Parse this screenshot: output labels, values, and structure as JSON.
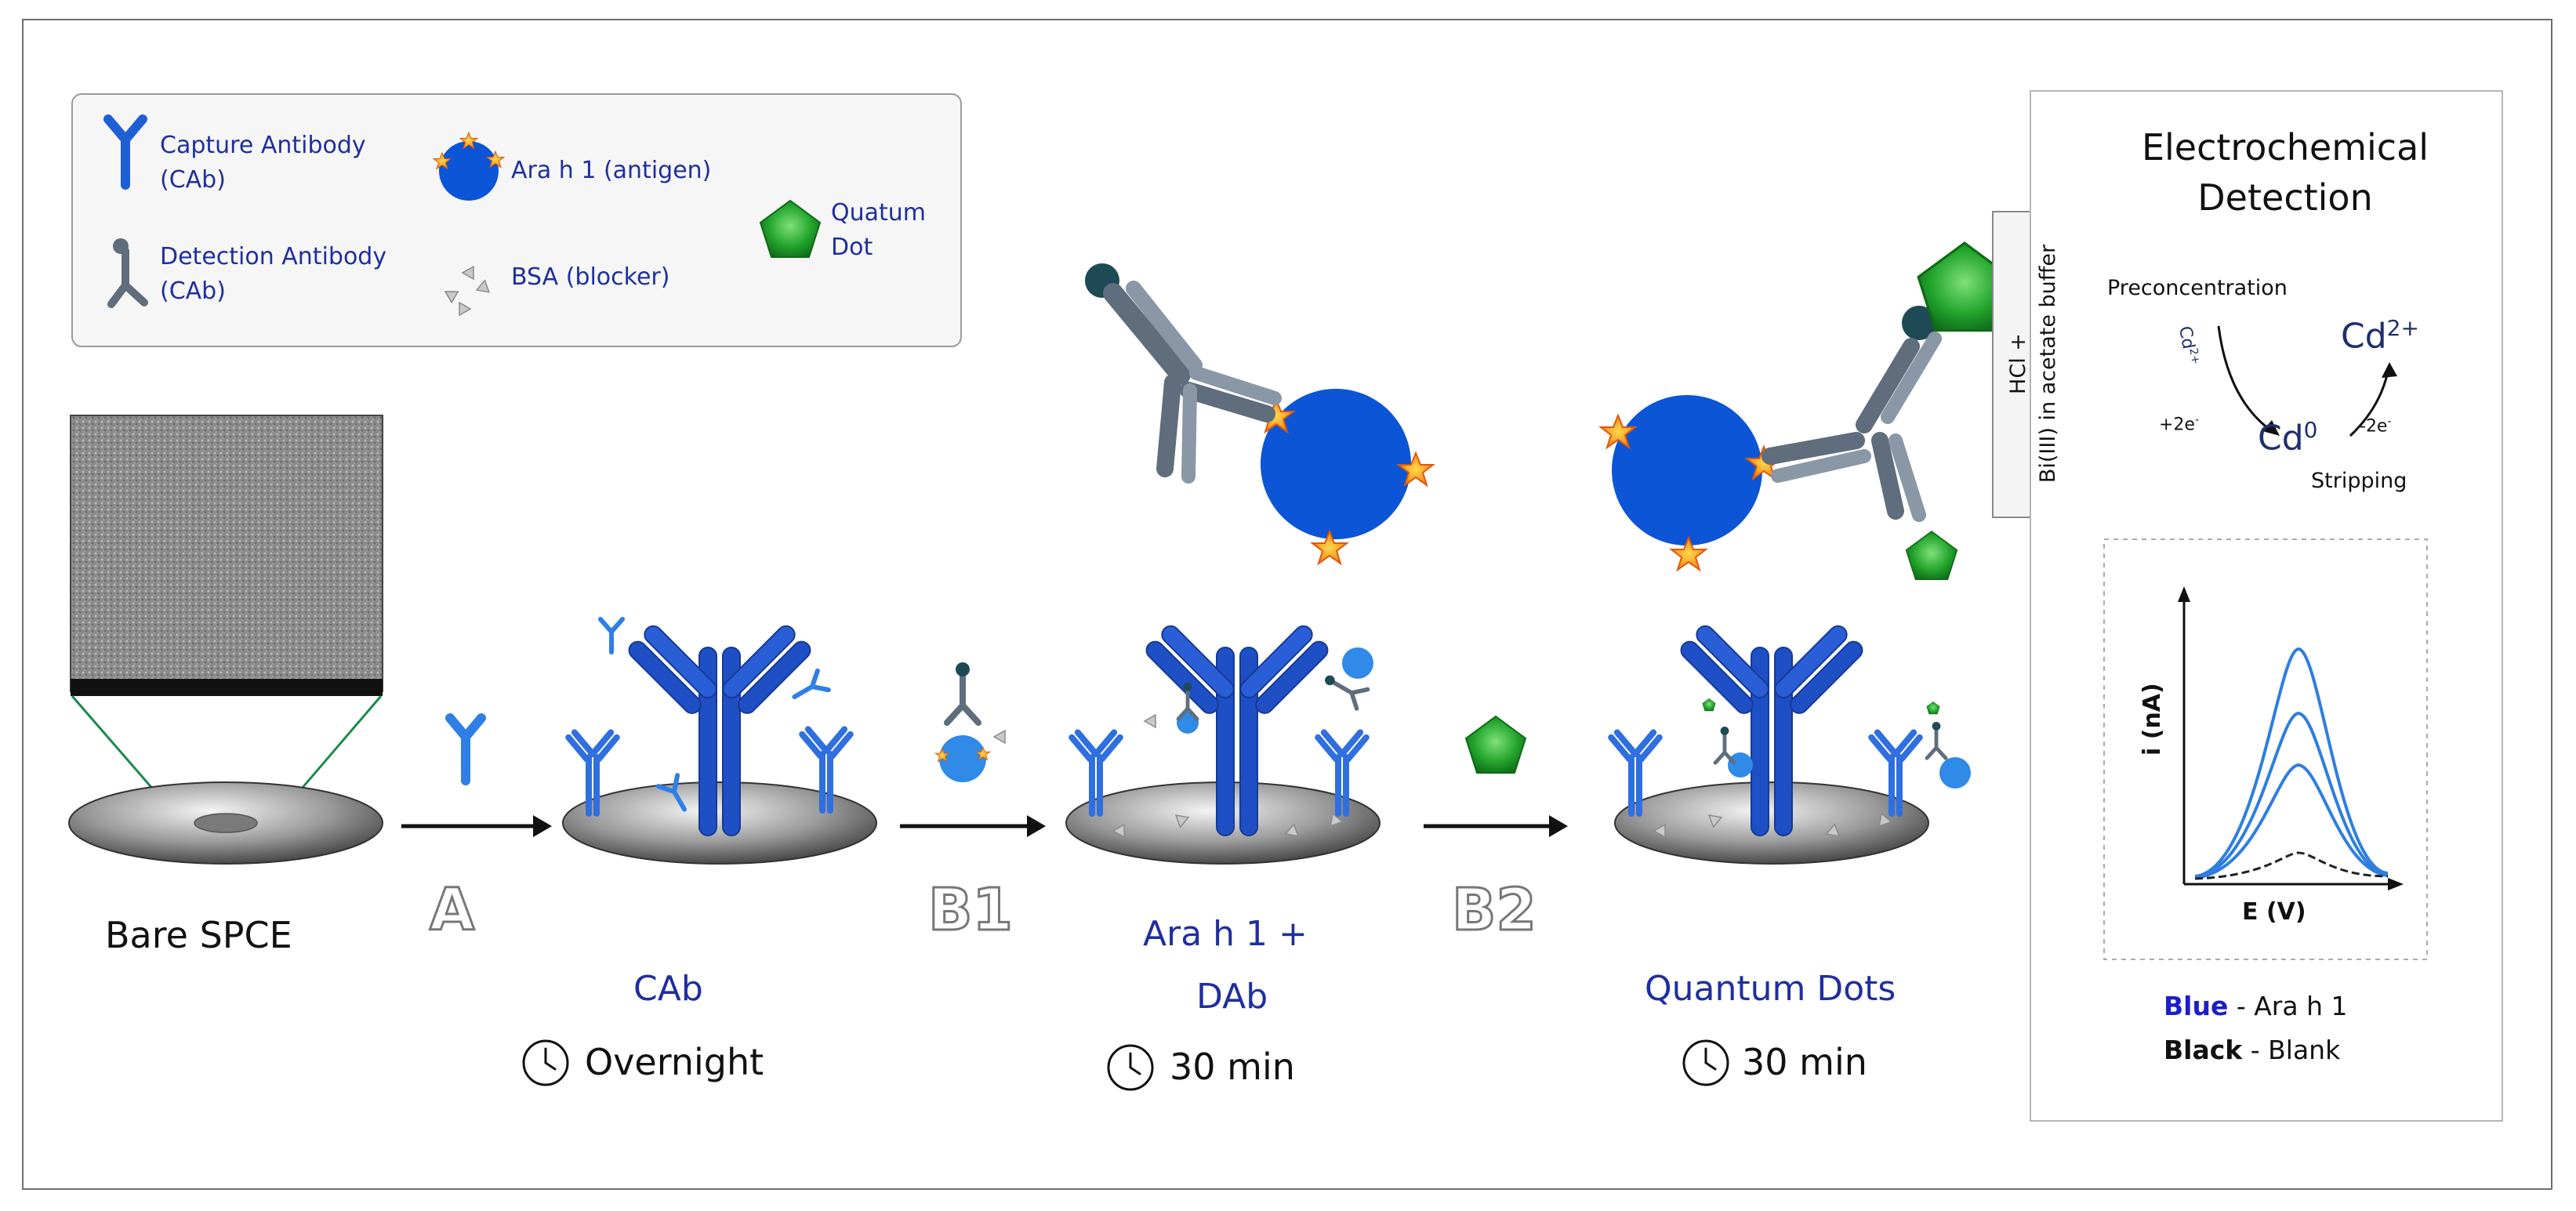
{
  "legend": {
    "capture_antibody": "Capture Antibody\n(CAb)",
    "capture_antibody_l1": "Capture Antibody",
    "capture_antibody_l2": "(CAb)",
    "detection_antibody_l1": "Detection Antibody",
    "detection_antibody_l2": "(CAb)",
    "antigen": "Ara h 1 (antigen)",
    "blocker": "BSA (blocker)",
    "quantum_dot_l1": "Quatum",
    "quantum_dot_l2": "Dot"
  },
  "steps": {
    "bare": "Bare SPCE",
    "step_a_letter": "A",
    "step_b1_letter": "B1",
    "step_b2_letter": "B2",
    "cab_label": "CAb",
    "cab_time": "Overnight",
    "arah1_label_l1": "Ara h 1 +",
    "arah1_label_l2": "DAb",
    "arah1_time": "30 min",
    "qd_label": "Quantum Dots",
    "qd_time": "30 min"
  },
  "buffer": {
    "line1": "HCl +",
    "line2": "Bi(III) in acetate buffer"
  },
  "detection": {
    "title_l1": "Electrochemical",
    "title_l2": "Detection",
    "preconcentration": "Preconcentration",
    "stripping": "Stripping",
    "cd2_arrow_label": "Cd",
    "cd2_arrow_sup": "2+",
    "plus2e": "+2e",
    "minus2e": "-2e",
    "cd0": "Cd",
    "cd0_sup": "0",
    "cd2": "Cd",
    "cd2_sup": "2+",
    "y_axis": "i (nA)",
    "x_axis": "E (V)",
    "key_blue_word": "Blue",
    "key_blue_rest": " - Ara h 1",
    "key_black_word": "Black",
    "key_black_rest": " - Blank"
  },
  "colors": {
    "antibody_blue": "#1f4fc4",
    "antigen_blue": "#0b55d6",
    "detection_grey": "#5f6d7c",
    "quantum_dot_green": "#1fa32a",
    "text_blue": "#1f2f9e"
  },
  "icons": [
    "capture-antibody-icon",
    "antigen-icon",
    "detection-antibody-icon",
    "bsa-blocker-icon",
    "quantum-dot-icon",
    "clock-icon",
    "arrow-icon",
    "electrode-icon"
  ]
}
